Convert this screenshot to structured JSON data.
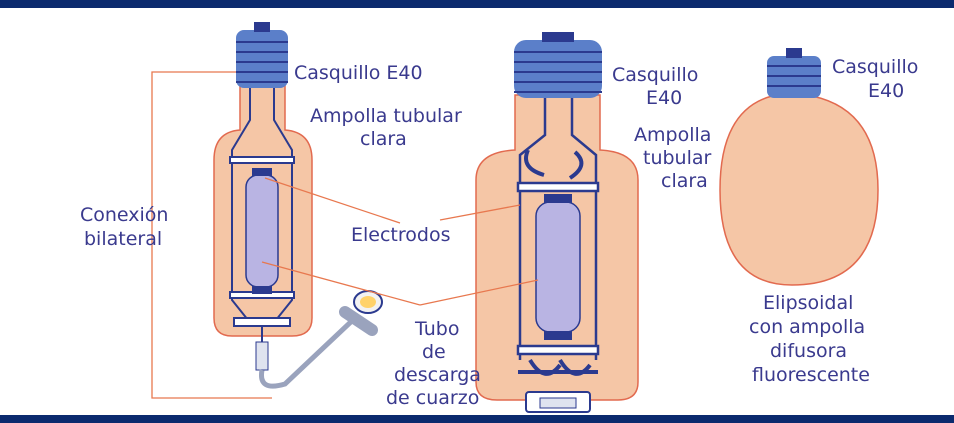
{
  "colors": {
    "rule": "#0b2a6e",
    "glass": "#f5c6a6",
    "glass_edge": "#e26a4f",
    "base": "#5b7fc9",
    "frame": "#2b3a8f",
    "tube": "#b9b4e3",
    "leader": "#e8784f",
    "text": "#3a3a8e"
  },
  "labels": {
    "casquillo_left": "Casquillo E40",
    "ampolla_left_1": "Ampolla tubular",
    "ampolla_left_2": "clara",
    "conexion_1": "Conexión",
    "conexion_2": "bilateral",
    "electrodos": "Electrodos",
    "tubo_1": "Tubo",
    "tubo_2": "de",
    "tubo_3": "descarga",
    "tubo_4": "de cuarzo",
    "casquillo_mid_1": "Casquillo",
    "casquillo_mid_2": "E40",
    "ampolla_mid_1": "Ampolla",
    "ampolla_mid_2": "tubular",
    "ampolla_mid_3": "clara",
    "casquillo_right_1": "Casquillo",
    "casquillo_right_2": "E40",
    "elipsoidal_1": "Elipsoidal",
    "elipsoidal_2": "con ampolla",
    "elipsoidal_3": "difusora",
    "elipsoidal_4": "fluorescente"
  }
}
